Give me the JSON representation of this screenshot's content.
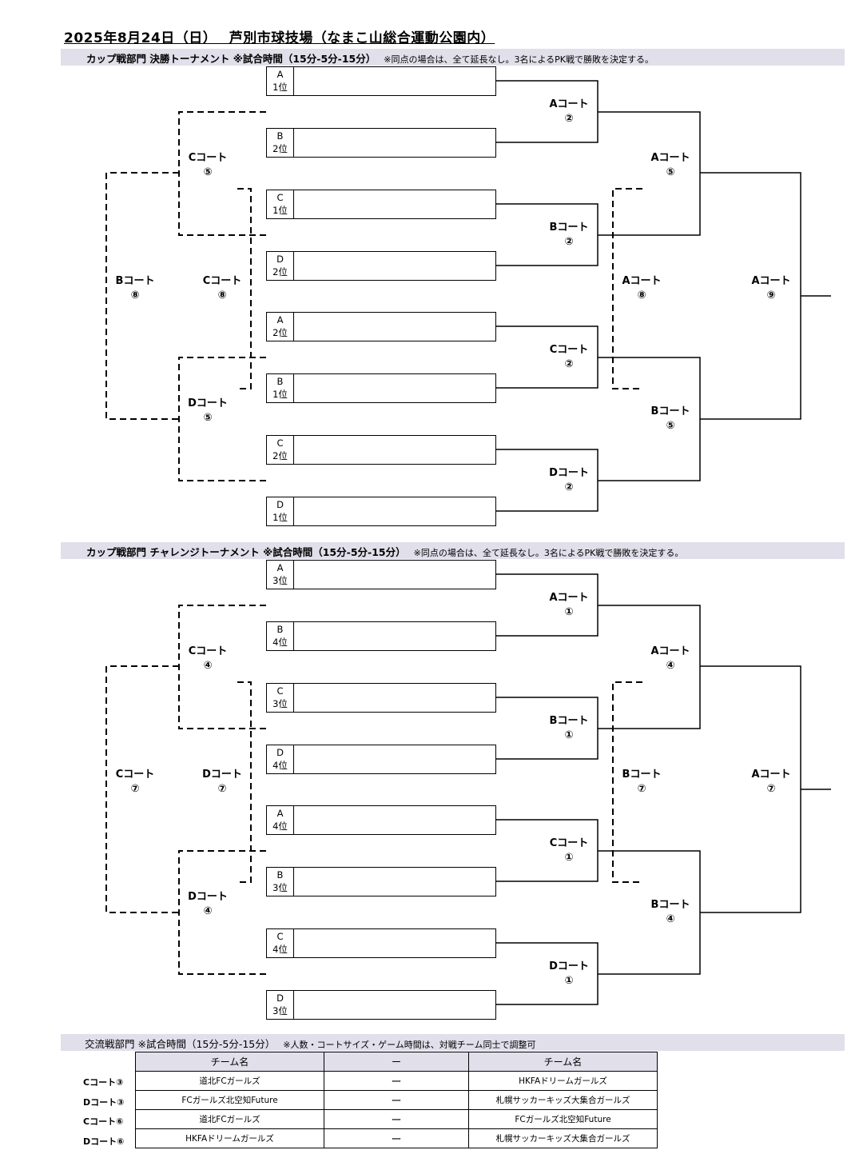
{
  "header": {
    "title": "2025年8月24日（日）　 芦別市球技場（なまこ山総合運動公園内）"
  },
  "final": {
    "band_title": "カップ戦部門 決勝トーナメント ※試合時間（15分-5分-15分）",
    "band_note": "※同点の場合は、全て延長なし。3名によるPK戦で勝敗を決定する。",
    "slots": [
      {
        "group": "A",
        "rank": "1位",
        "team": ""
      },
      {
        "group": "B",
        "rank": "2位",
        "team": ""
      },
      {
        "group": "C",
        "rank": "1位",
        "team": ""
      },
      {
        "group": "D",
        "rank": "2位",
        "team": ""
      },
      {
        "group": "A",
        "rank": "2位",
        "team": ""
      },
      {
        "group": "B",
        "rank": "1位",
        "team": ""
      },
      {
        "group": "C",
        "rank": "2位",
        "team": ""
      },
      {
        "group": "D",
        "rank": "1位",
        "team": ""
      }
    ],
    "matches": {
      "r1_1": {
        "court": "Aコート",
        "num": "②"
      },
      "r1_2": {
        "court": "Bコート",
        "num": "②"
      },
      "r1_3": {
        "court": "Cコート",
        "num": "②"
      },
      "r1_4": {
        "court": "Dコート",
        "num": "②"
      },
      "r2_1": {
        "court": "Aコート",
        "num": "⑤"
      },
      "r2_2": {
        "court": "Bコート",
        "num": "⑤"
      },
      "final": {
        "court": "Aコート",
        "num": "⑨"
      },
      "third": {
        "court": "Aコート",
        "num": "⑧"
      },
      "l_top": {
        "court": "Cコート",
        "num": "⑤"
      },
      "l_bot": {
        "court": "Dコート",
        "num": "⑤"
      },
      "l_mid": {
        "court": "Cコート",
        "num": "⑧"
      },
      "l_out": {
        "court": "Bコート",
        "num": "⑧"
      }
    }
  },
  "challenge": {
    "band_title": "カップ戦部門 チャレンジトーナメント ※試合時間（15分-5分-15分）",
    "band_note": "※同点の場合は、全て延長なし。3名によるPK戦で勝敗を決定する。",
    "slots": [
      {
        "group": "A",
        "rank": "3位",
        "team": ""
      },
      {
        "group": "B",
        "rank": "4位",
        "team": ""
      },
      {
        "group": "C",
        "rank": "3位",
        "team": ""
      },
      {
        "group": "D",
        "rank": "4位",
        "team": ""
      },
      {
        "group": "A",
        "rank": "4位",
        "team": ""
      },
      {
        "group": "B",
        "rank": "3位",
        "team": ""
      },
      {
        "group": "C",
        "rank": "4位",
        "team": ""
      },
      {
        "group": "D",
        "rank": "3位",
        "team": ""
      }
    ],
    "matches": {
      "r1_1": {
        "court": "Aコート",
        "num": "①"
      },
      "r1_2": {
        "court": "Bコート",
        "num": "①"
      },
      "r1_3": {
        "court": "Cコート",
        "num": "①"
      },
      "r1_4": {
        "court": "Dコート",
        "num": "①"
      },
      "r2_1": {
        "court": "Aコート",
        "num": "④"
      },
      "r2_2": {
        "court": "Bコート",
        "num": "④"
      },
      "final": {
        "court": "Aコート",
        "num": "⑦"
      },
      "third": {
        "court": "Bコート",
        "num": "⑦"
      },
      "l_top": {
        "court": "Cコート",
        "num": "④"
      },
      "l_bot": {
        "court": "Dコート",
        "num": "④"
      },
      "l_mid": {
        "court": "Dコート",
        "num": "⑦"
      },
      "l_out": {
        "court": "Cコート",
        "num": "⑦"
      }
    }
  },
  "exchange": {
    "band_title": "交流戦部門 ※試合時間（15分-5分-15分）",
    "band_note": "※人数・コートサイズ・ゲーム時間は、対戦チーム同士で調整可",
    "header_team": "チーム名",
    "header_vs": "ー",
    "rows": [
      {
        "court": "Cコート③",
        "home": "道北FCガールズ",
        "vs": "ー",
        "away": "HKFAドリームガールズ"
      },
      {
        "court": "Dコート③",
        "home": "FCガールズ北空知Future",
        "vs": "ー",
        "away": "札幌サッカーキッズ大集合ガールズ"
      },
      {
        "court": "Cコート⑥",
        "home": "道北FCガールズ",
        "vs": "ー",
        "away": "FCガールズ北空知Future"
      },
      {
        "court": "Dコート⑥",
        "home": "HKFAドリームガールズ",
        "vs": "ー",
        "away": "札幌サッカーキッズ大集合ガールズ"
      }
    ]
  }
}
